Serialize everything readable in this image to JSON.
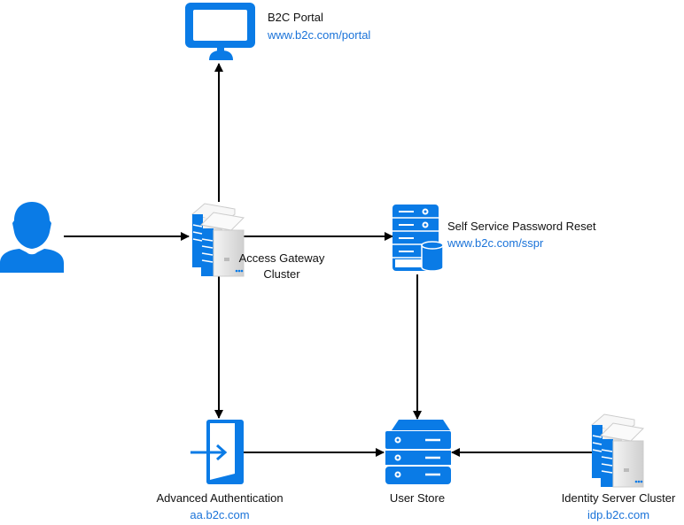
{
  "colors": {
    "accent": "#0a7be6",
    "line": "#000000",
    "link": "#1a73d9",
    "text": "#111111"
  },
  "nodes": {
    "portal": {
      "title": "B2C Portal",
      "url": "www.b2c.com/portal",
      "icon": "monitor-icon"
    },
    "user": {
      "icon": "user-icon"
    },
    "gateway": {
      "title_line1": "Access Gateway",
      "title_line2": "Cluster",
      "icon": "server-cluster-icon"
    },
    "sspr": {
      "title": "Self Service Password Reset",
      "url": "www.b2c.com/sspr",
      "icon": "server-database-icon"
    },
    "aa": {
      "title": "Advanced Authentication",
      "url": "aa.b2c.com",
      "icon": "door-login-icon"
    },
    "userstore": {
      "title": "User Store",
      "icon": "storage-server-icon"
    },
    "idp": {
      "title": "Identity Server Cluster",
      "url": "idp.b2c.com",
      "icon": "server-cluster-icon"
    }
  },
  "edges": [
    {
      "from": "user",
      "to": "gateway"
    },
    {
      "from": "gateway",
      "to": "portal"
    },
    {
      "from": "gateway",
      "to": "sspr"
    },
    {
      "from": "gateway",
      "to": "aa"
    },
    {
      "from": "sspr",
      "to": "userstore"
    },
    {
      "from": "aa",
      "to": "userstore"
    },
    {
      "from": "idp",
      "to": "userstore"
    }
  ]
}
